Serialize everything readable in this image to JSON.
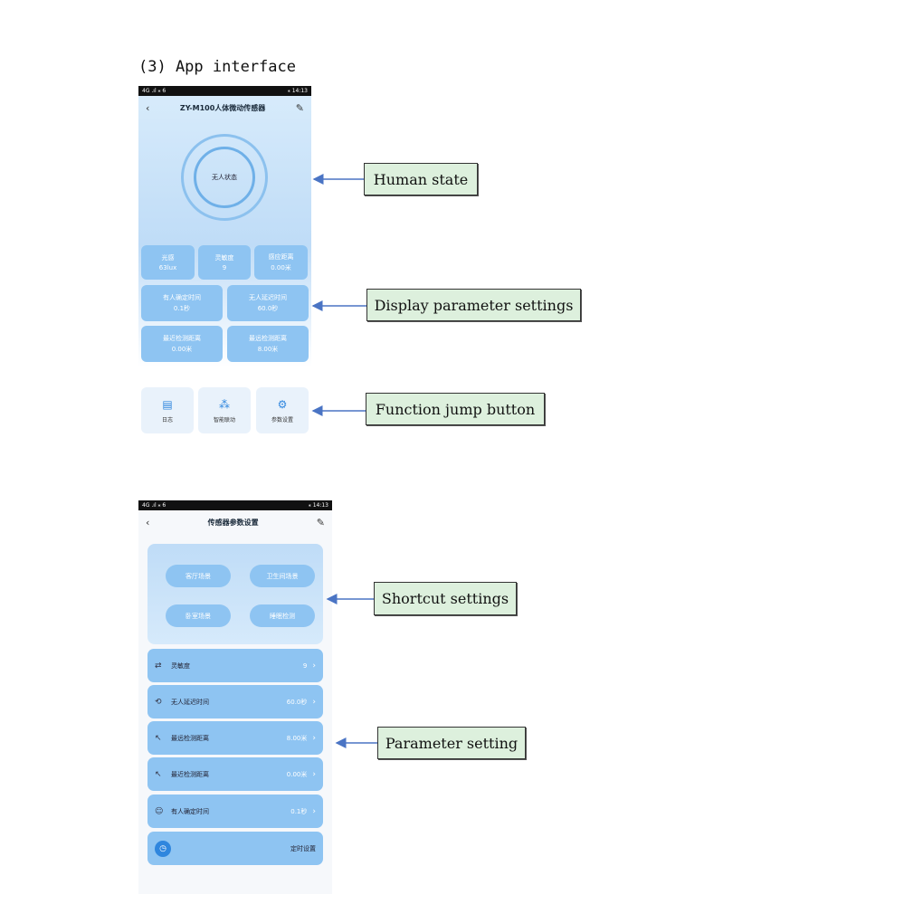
{
  "heading": "(3) App interface",
  "phone1": {
    "status_left": "4G .ıl ⁎ 6",
    "status_right": "⁎ 14:13",
    "title": "ZY-M100人体微动传感器",
    "back_icon": "chevron-left-icon",
    "edit_icon": "pencil-icon",
    "state_label": "无人状态",
    "tiles": [
      {
        "label": "光感",
        "value": "63lux"
      },
      {
        "label": "灵敏度",
        "value": "9"
      },
      {
        "label": "感应距离",
        "value": "0.00米"
      },
      {
        "label": "有人确定时间",
        "value": "0.1秒"
      },
      {
        "label": "无人延迟时间",
        "value": "60.0秒"
      },
      {
        "label": "最近检测距离",
        "value": "0.00米"
      },
      {
        "label": "最远检测距离",
        "value": "8.00米"
      }
    ],
    "functions": [
      {
        "label": "日志",
        "icon": "log-icon"
      },
      {
        "label": "智能联动",
        "icon": "linkage-icon"
      },
      {
        "label": "参数设置",
        "icon": "gear-icon"
      }
    ]
  },
  "phone2": {
    "status_left": "4G .ıl ⁎ 6",
    "status_right": "⁎ 14:13",
    "title": "传感器参数设置",
    "scenes": [
      "客厅场景",
      "卫生间场景",
      "卧室场景",
      "睡眠检测"
    ],
    "rows": [
      {
        "label": "灵敏度",
        "value": "9",
        "icon": "sliders-icon"
      },
      {
        "label": "无人延迟时间",
        "value": "60.0秒",
        "icon": "loop-icon"
      },
      {
        "label": "最远检测距离",
        "value": "8.00米",
        "icon": "distance-icon"
      },
      {
        "label": "最近检测距离",
        "value": "0.00米",
        "icon": "distance-icon"
      },
      {
        "label": "有人确定时间",
        "value": "0.1秒",
        "icon": "person-icon"
      }
    ],
    "timer_label": "定时设置",
    "timer_icon": "timer-icon"
  },
  "callouts": {
    "human_state": "Human state",
    "display_params": "Display parameter settings",
    "function_jump": "Function jump button",
    "shortcut": "Shortcut settings",
    "parameter": "Parameter setting"
  },
  "colors": {
    "tile_blue": "#8ec4f2",
    "accent_blue": "#2f86de",
    "callout_bg": "#ddf0dd",
    "arrow": "#4a74c4"
  }
}
